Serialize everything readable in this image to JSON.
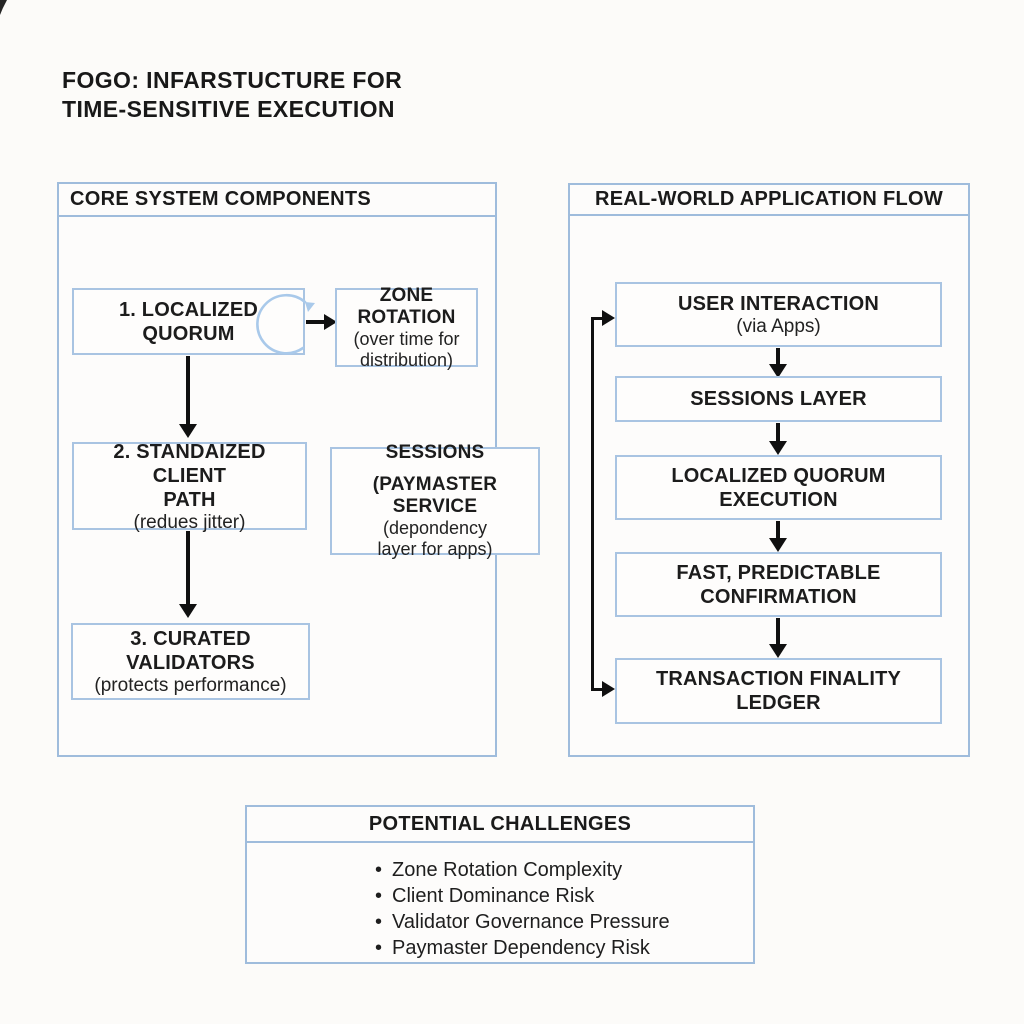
{
  "title": {
    "line1": "FOGO: INFARSTUCTURE FOR",
    "line2": "TIME-SENSITIVE EXECUTION"
  },
  "core_panel": {
    "header": "CORE SYSTEM COMPONENTS",
    "localized_quorum": {
      "line1": "1. LOCALIZED",
      "line2": "QUORUM"
    },
    "zone_rotation": {
      "bold": "ZONE ROTATION",
      "note1": "(over time for",
      "note2": "distribution)"
    },
    "client_path": {
      "bold1": "2. STANDAIZED CLIENT",
      "bold2": "PATH",
      "note": "(redues jitter)"
    },
    "sessions": {
      "bold": "SESSIONS",
      "sub1": "(PAYMASTER SERVICE",
      "sub2": "(depondency",
      "sub3": "layer for apps)"
    },
    "curated_validators": {
      "bold": "3. CURATED VALIDATORS",
      "note": "(protects performance)"
    }
  },
  "flow_panel": {
    "header": "REAL-WORLD APPLICATION FLOW",
    "steps": [
      {
        "line1": "USER INTERACTION",
        "line2": "(via Apps)"
      },
      {
        "line1": "SESSIONS LAYER",
        "line2": ""
      },
      {
        "line1": "LOCALIZED QUORUM",
        "line2": "EXECUTION"
      },
      {
        "line1": "FAST, PREDICTABLE",
        "line2": "CONFIRMATION"
      },
      {
        "line1": "TRANSACTION FINALITY",
        "line2": "LEDGER"
      }
    ]
  },
  "challenges_panel": {
    "header": "POTENTIAL CHALLENGES",
    "items": [
      "Zone Rotation Complexity",
      "Client Dominance Risk",
      "Validator Governance Pressure",
      "Paymaster Dependency Risk"
    ]
  },
  "colors": {
    "panel_border": "#9fbcdc",
    "box_border": "#a9c4e2",
    "rotation_arrow": "#a9c9ea",
    "flow_arrow": "#101010",
    "text": "#1c1c1c",
    "background": "#fcfbf9"
  }
}
